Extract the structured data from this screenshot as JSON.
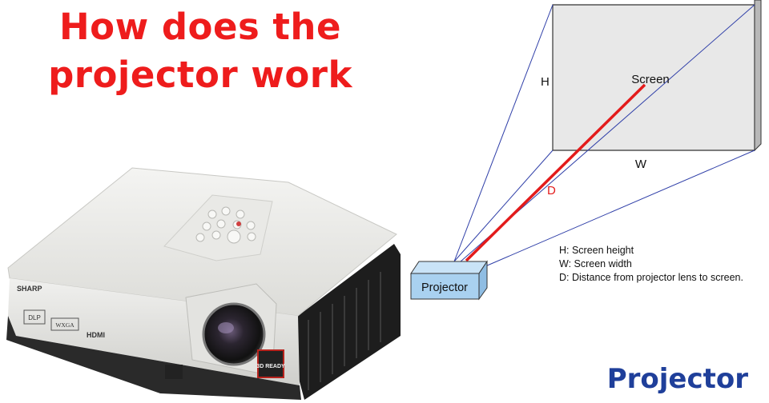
{
  "title": {
    "line1": "How does the",
    "line2": "projector work"
  },
  "photo": {
    "brand": "SHARP",
    "badge_dlp": "DLP",
    "badge_wxga": "WXGA",
    "hdmi": "HDMI",
    "model": "3D READY"
  },
  "diagram": {
    "screen_label": "Screen",
    "height_label": "H",
    "width_label": "W",
    "distance_label": "D",
    "projector_label": "Projector",
    "colors": {
      "beam": "#e31b1b",
      "rays": "#2f3fa8",
      "box": "#a9d1f0",
      "screen": "#ececec"
    }
  },
  "legend": [
    "H: Screen height",
    "W: Screen width",
    "D: Distance from projector lens to screen."
  ],
  "caption": "Projector"
}
